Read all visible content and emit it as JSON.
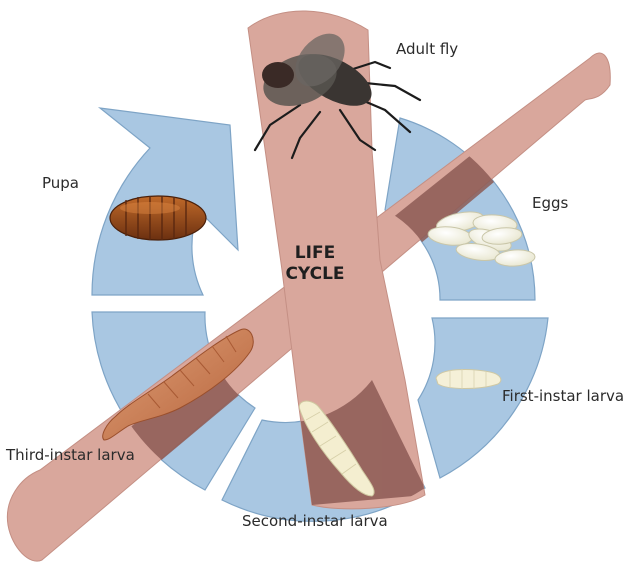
{
  "diagram": {
    "center_lines": [
      "LIFE",
      "CYCLE"
    ],
    "stages": {
      "adult": "Adult fly",
      "eggs": "Eggs",
      "first": "First-instar larva",
      "second": "Second-instar larva",
      "third": "Third-instar larva",
      "pupa": "Pupa"
    }
  },
  "colors": {
    "ring": "#a9c7e2",
    "ring_edge": "#7ea4c6",
    "bone": "#d9a79c",
    "overlap": "#8c5a55"
  }
}
